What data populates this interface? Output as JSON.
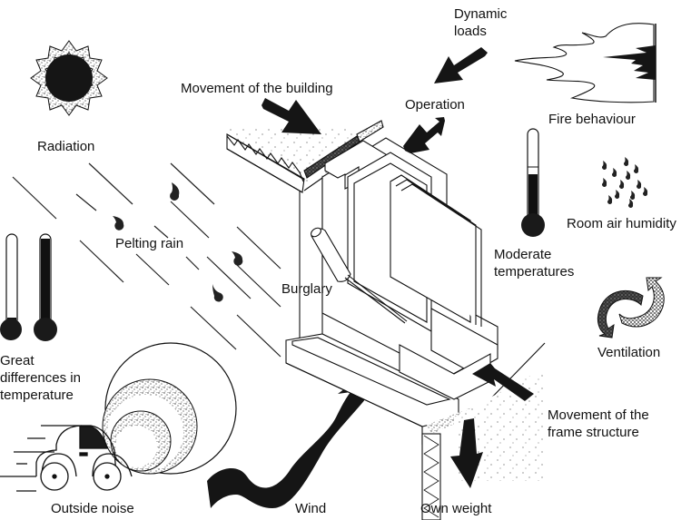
{
  "diagram": {
    "subject": "Window frame cross-section with external and internal influences",
    "labels": {
      "dynamic_loads": "Dynamic\nloads",
      "movement_building": "Movement of the building",
      "operation": "Operation",
      "fire_behaviour": "Fire behaviour",
      "radiation": "Radiation",
      "room_air_humidity": "Room air humidity",
      "pelting_rain": "Pelting rain",
      "moderate_temperatures": "Moderate\ntemperatures",
      "burglary": "Burglary",
      "ventilation": "Ventilation",
      "great_differences": "Great\ndifferences in\ntemperature",
      "movement_frame": "Movement of the\nframe structure",
      "outside_noise": "Outside noise",
      "wind": "Wind",
      "own_weight": "Own weight"
    },
    "icons": [
      "sun-icon",
      "fire-icon",
      "thermometer-icon",
      "raindrop-icon",
      "humidity-drops-icon",
      "ventilation-cycle-icon",
      "car-icon",
      "sound-waves-icon",
      "wind-arrow-icon",
      "screwdriver-icon",
      "force-arrow-icon"
    ],
    "colors": {
      "ink": "#111111",
      "paper": "#ffffff",
      "stipple": "#8a8a8a"
    }
  }
}
